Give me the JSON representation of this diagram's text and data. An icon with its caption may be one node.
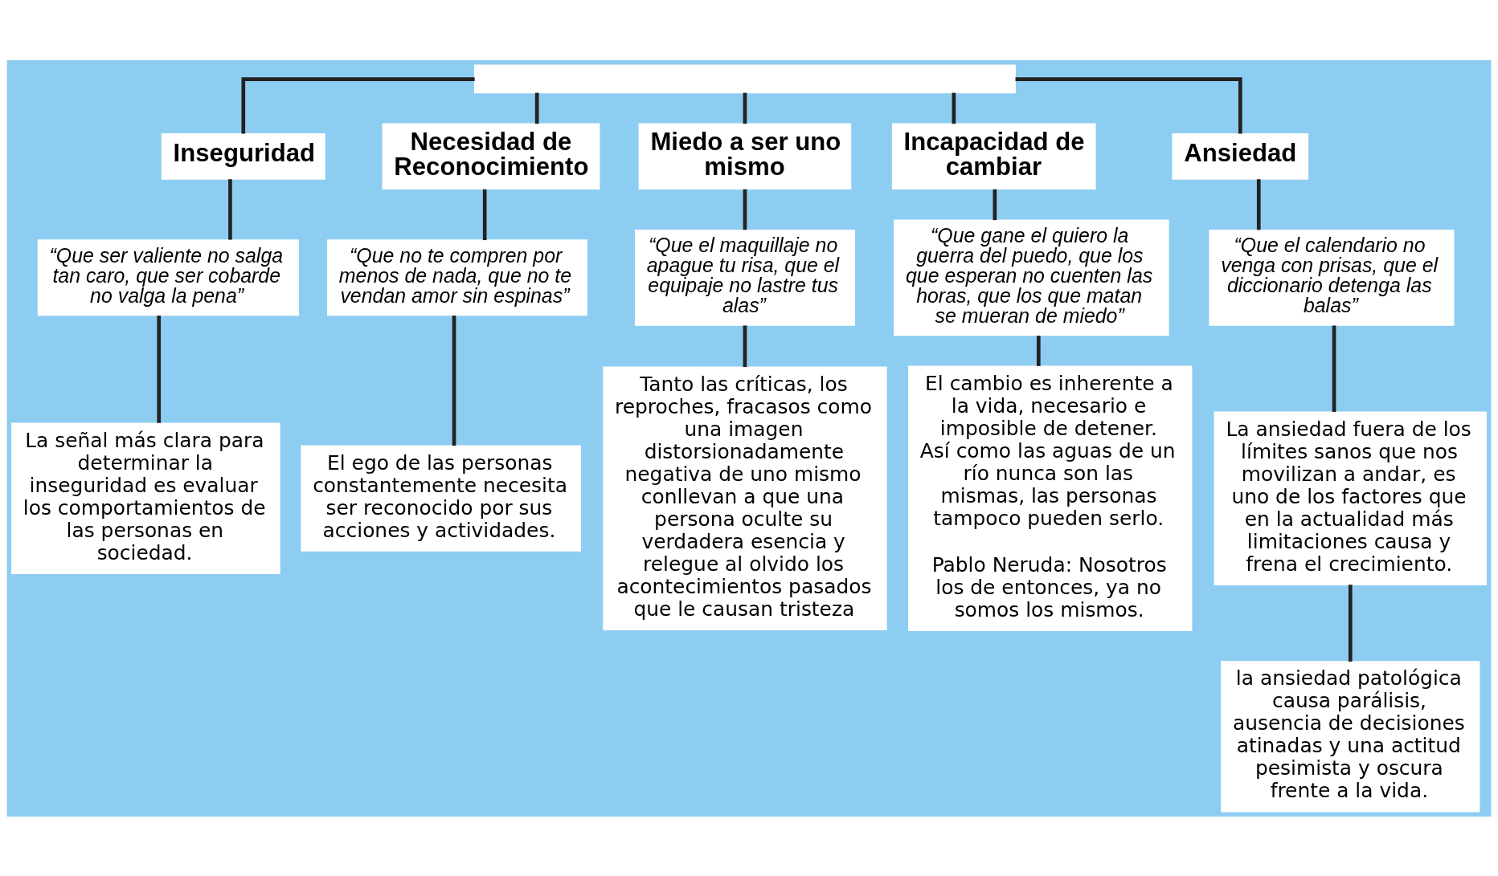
{
  "diagram": {
    "nodes": [
      {
        "text": [],
        "shape": "box"
      },
      {
        "text": [
          "Inseguridad"
        ]
      },
      {
        "text": [
          "“Que ser valiente no salga tan caro, que ser cobarde no valga la pena”"
        ]
      },
      {
        "text": [
          "La señal más clara para determinar la inseguridad es evaluar los comportamientos de las personas en sociedad."
        ]
      },
      {
        "text": [
          "Necesidad de Reconocimiento"
        ]
      },
      {
        "text": [
          "“Que no te compren por menos de nada, que no te vendan amor sin espinas”"
        ]
      },
      {
        "text": [
          "El ego de las personas constantemente necesita ser reconocido por sus acciones y actividades."
        ]
      },
      {
        "text": [
          "Miedo a ser uno mismo"
        ]
      },
      {
        "text": [
          "“Que el maquillaje no apague tu risa, que el equipaje no lastre tus alas”"
        ]
      },
      {
        "text": [
          "Tanto las críticas, los reproches, fracasos como una imagen distorsionadamente negativa de uno mismo conllevan a que una persona oculte su verdadera esencia y relegue al olvido los acontecimientos pasados que le causan tristeza"
        ]
      },
      {
        "text": [
          "Incapacidad de cambiar"
        ]
      },
      {
        "text": [
          "“Que gane el quiero la guerra del puedo, que los que esperan no cuenten las horas, que los que matan se mueran de miedo”"
        ]
      },
      {
        "text": [
          "El cambio es inherente a la vida, necesario e imposible de detener. Así como las aguas de un río nunca son las mismas, las personas tampoco pueden serlo.",
          "Pablo Neruda: Nosotros los de entonces, ya no somos los mismos."
        ]
      },
      {
        "text": [
          "Ansiedad"
        ]
      },
      {
        "text": [
          "“Que el calendario no venga con prisas, que el diccionario detenga las balas”"
        ]
      },
      {
        "text": [
          "La ansiedad fuera de los límites sanos que nos movilizan a andar, es uno de los factores que en la actualidad más limitaciones causa y frena el crecimiento."
        ]
      },
      {
        "text": [
          "la ansiedad patológica causa parálisis, ausencia de decisiones atinadas y una actitud pesimista y oscura frente a la vida."
        ]
      }
    ],
    "edges": [
      {
        "from": 0,
        "to": 1,
        "arrow": "none"
      },
      {
        "from": 0,
        "to": 4,
        "arrow": "none"
      },
      {
        "from": 0,
        "to": 7,
        "arrow": "none"
      },
      {
        "from": 0,
        "to": 10,
        "arrow": "none"
      },
      {
        "from": 0,
        "to": 13,
        "arrow": "none"
      },
      {
        "from": 1,
        "to": 2,
        "arrow": "none"
      },
      {
        "from": 2,
        "to": 3,
        "arrow": "none"
      },
      {
        "from": 4,
        "to": 5,
        "arrow": "none"
      },
      {
        "from": 5,
        "to": 6,
        "arrow": "none"
      },
      {
        "from": 7,
        "to": 8,
        "arrow": "none"
      },
      {
        "from": 8,
        "to": 9,
        "arrow": "none"
      },
      {
        "from": 10,
        "to": 11,
        "arrow": "none"
      },
      {
        "from": 11,
        "to": 12,
        "arrow": "none"
      },
      {
        "from": 13,
        "to": 14,
        "arrow": "none"
      },
      {
        "from": 14,
        "to": 15,
        "arrow": "none"
      },
      {
        "from": 15,
        "to": 16,
        "arrow": "none"
      }
    ]
  }
}
